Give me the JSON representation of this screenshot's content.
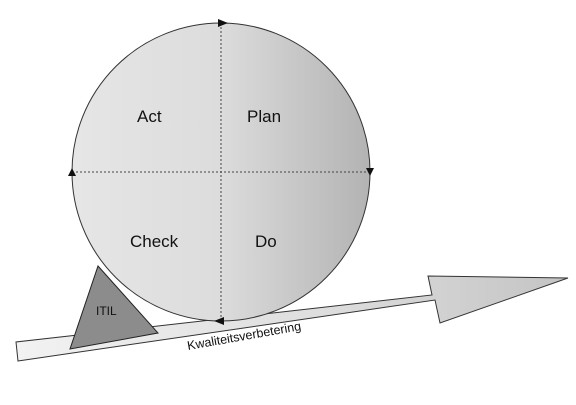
{
  "diagram": {
    "quadrants": {
      "act": "Act",
      "plan": "Plan",
      "check": "Check",
      "do": "Do"
    },
    "wedge_label": "ITIL",
    "ramp_label": "Kwaliteitsverbetering"
  }
}
